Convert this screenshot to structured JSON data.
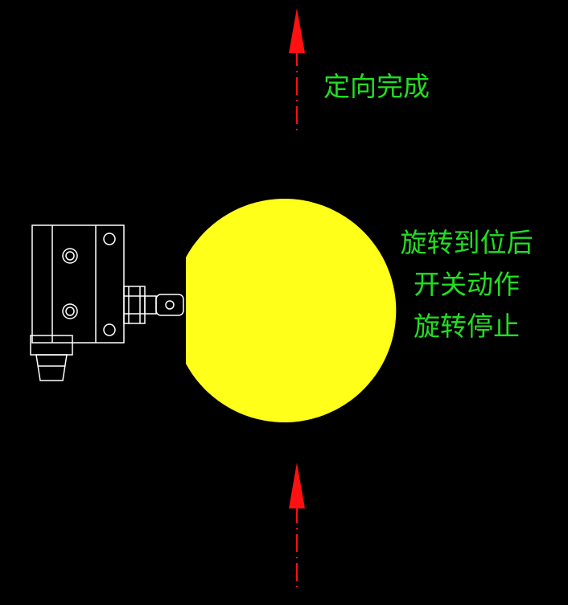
{
  "diagram": {
    "status_text": "定向完成",
    "note_lines": [
      "旋转到位后",
      "开关动作",
      "旋转停止"
    ],
    "colors": {
      "background": "#000000",
      "ball": "#ffff1a",
      "arrow": "#ff1111",
      "text": "#22dd22",
      "outline": "#ffffff"
    },
    "icons": {
      "top_arrow": "up-arrow-icon",
      "bottom_arrow": "up-arrow-icon",
      "switch": "limit-switch-icon"
    }
  }
}
